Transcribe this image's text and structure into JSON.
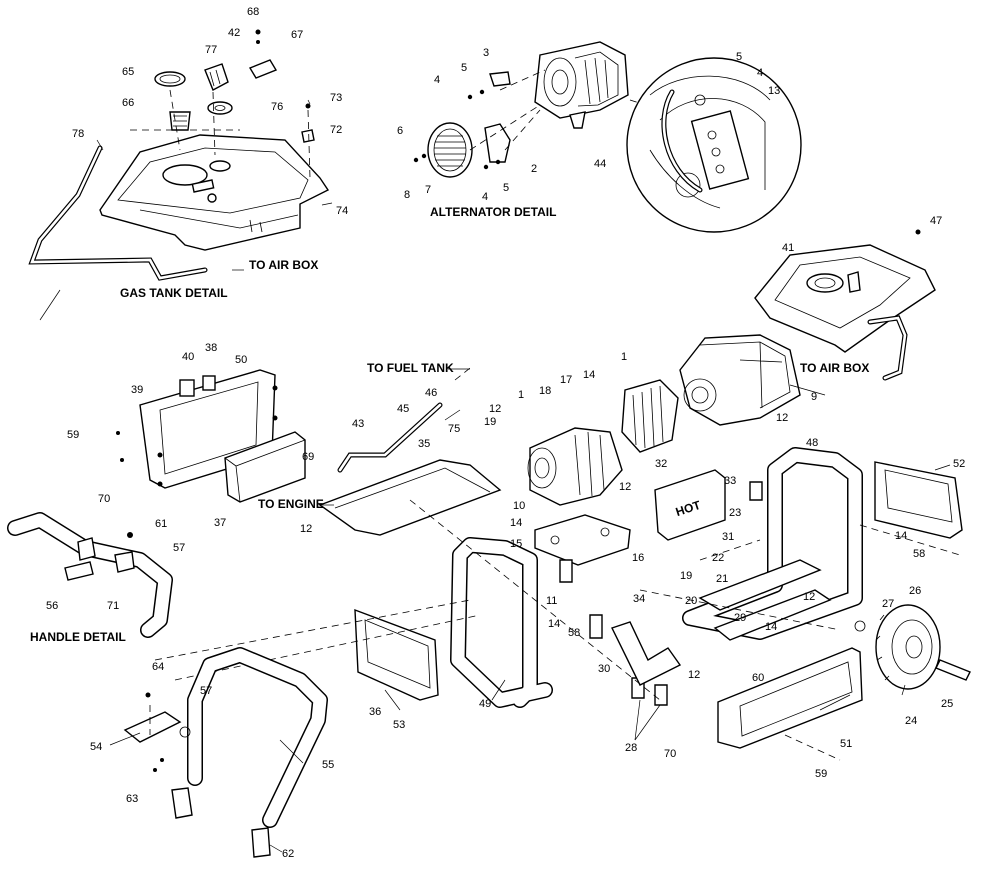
{
  "captions": {
    "gas_tank_detail": "GAS TANK DETAIL",
    "alternator_detail": "ALTERNATOR DETAIL",
    "handle_detail": "HANDLE DETAIL",
    "to_air_box_1": "TO AIR BOX",
    "to_air_box_2": "TO AIR BOX",
    "to_fuel_tank": "TO FUEL TANK",
    "to_engine": "TO ENGINE"
  },
  "decal_text": "HOT",
  "callouts": [
    "68",
    "42",
    "67",
    "77",
    "65",
    "66",
    "76",
    "73",
    "72",
    "78",
    "74",
    "3",
    "5",
    "4",
    "6",
    "2",
    "8",
    "7",
    "4",
    "5",
    "5",
    "4",
    "13",
    "44",
    "47",
    "41",
    "38",
    "40",
    "50",
    "39",
    "59",
    "70",
    "37",
    "46",
    "45",
    "43",
    "35",
    "75",
    "69",
    "12",
    "1",
    "18",
    "17",
    "14",
    "19",
    "12",
    "1",
    "9",
    "12",
    "48",
    "52",
    "32",
    "33",
    "23",
    "31",
    "12",
    "10",
    "14",
    "15",
    "16",
    "11",
    "22",
    "19",
    "21",
    "20",
    "34",
    "14",
    "58",
    "26",
    "27",
    "12",
    "29",
    "14",
    "30",
    "12",
    "60",
    "25",
    "24",
    "28",
    "51",
    "70",
    "59",
    "61",
    "57",
    "56",
    "71",
    "64",
    "57",
    "54",
    "63",
    "55",
    "62",
    "36",
    "53",
    "49",
    "14",
    "58"
  ]
}
